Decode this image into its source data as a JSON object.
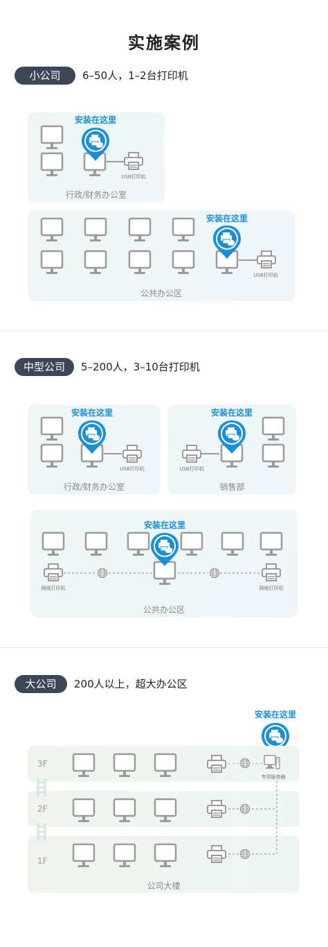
{
  "title": "实施案例",
  "small_company": {
    "tag": "小公司",
    "desc": "6–50人，1–2台打印机",
    "office1": "行政/财务办公室",
    "office2": "公共办公区"
  },
  "medium_company": {
    "tag": "中型公司",
    "desc": "5–200人，3–10台打印机",
    "office1": "行政/财务办公室",
    "office2": "销售部",
    "office3": "公共办公区"
  },
  "large_company": {
    "tag": "大公司",
    "desc": "200人以上，超大办公区",
    "building": "公司大楼",
    "floors": [
      "3F",
      "2F",
      "1F"
    ],
    "server": "专用服务器"
  },
  "labels": {
    "install_here": "安装在这里",
    "usb_printer": "USB打印机",
    "network_printer": "网络打印机"
  },
  "colors": {
    "accent": "#1a8fd9",
    "tag_bg": "#3d4656",
    "ladder": "#cfe8e0"
  },
  "icons": [
    "monitor-icon",
    "printer-icon",
    "globe-icon",
    "map-pin-icon",
    "server-icon",
    "ladder-icon"
  ]
}
